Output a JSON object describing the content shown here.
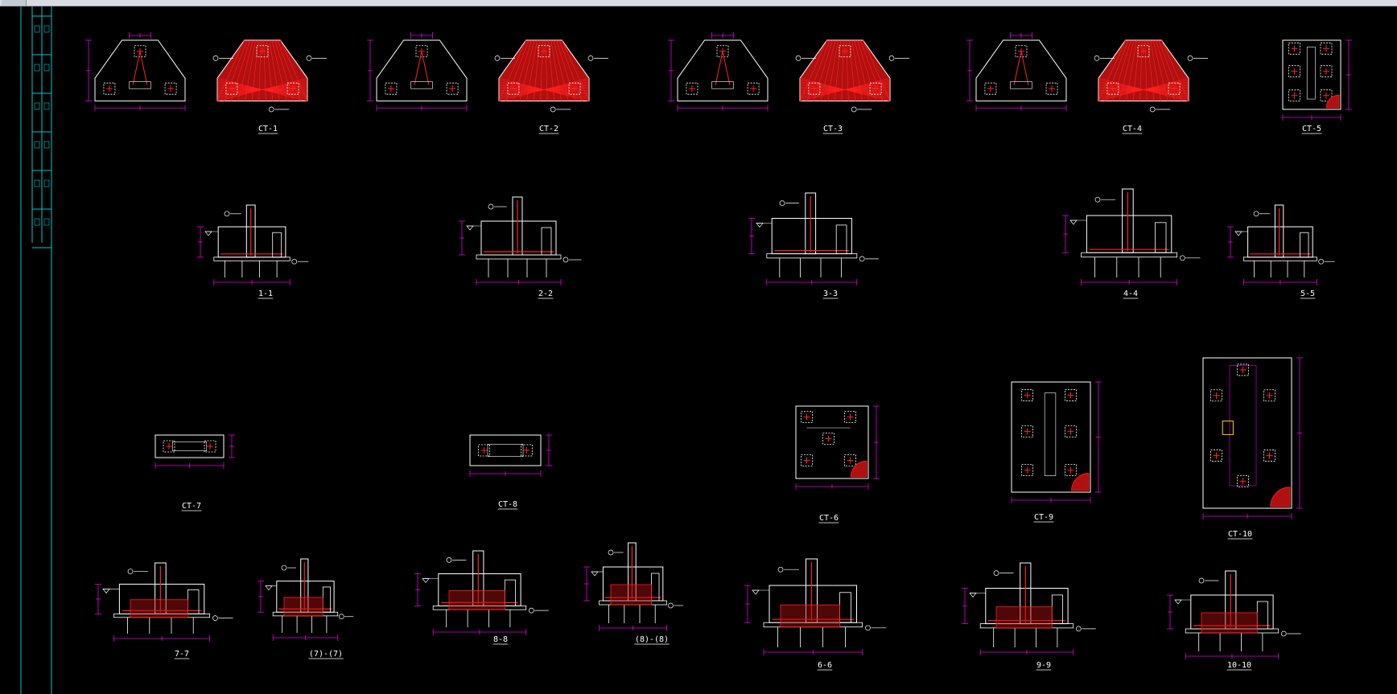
{
  "window": {
    "title": ""
  },
  "colors": {
    "background": "#000000",
    "outline": "#ffffff",
    "dimension": "#e000e0",
    "rebar": "#ff2020",
    "hatch_fill": "#b01010",
    "frame": "#00c8c8",
    "highlight": "#ffd000"
  },
  "plan_views": [
    {
      "label": "CT-1",
      "shape": "tri"
    },
    {
      "label": "CT-2",
      "shape": "tri"
    },
    {
      "label": "CT-3",
      "shape": "tri"
    },
    {
      "label": "CT-4",
      "shape": "tri"
    },
    {
      "label": "CT-5",
      "shape": "rect-tall"
    },
    {
      "label": "CT-7",
      "shape": "bar"
    },
    {
      "label": "CT-8",
      "shape": "bar"
    },
    {
      "label": "CT-6",
      "shape": "square"
    },
    {
      "label": "CT-9",
      "shape": "rect-tall"
    },
    {
      "label": "CT-10",
      "shape": "rect-xtall"
    }
  ],
  "sections": [
    {
      "label": "1-1"
    },
    {
      "label": "2-2"
    },
    {
      "label": "3-3"
    },
    {
      "label": "4-4"
    },
    {
      "label": "5-5"
    },
    {
      "label": "7-7"
    },
    {
      "label": "(7)-(7)"
    },
    {
      "label": "8-8"
    },
    {
      "label": "(8)-(8)"
    },
    {
      "label": "6-6"
    },
    {
      "label": "9-9"
    },
    {
      "label": "10-10"
    }
  ],
  "title_block_cells": 6
}
